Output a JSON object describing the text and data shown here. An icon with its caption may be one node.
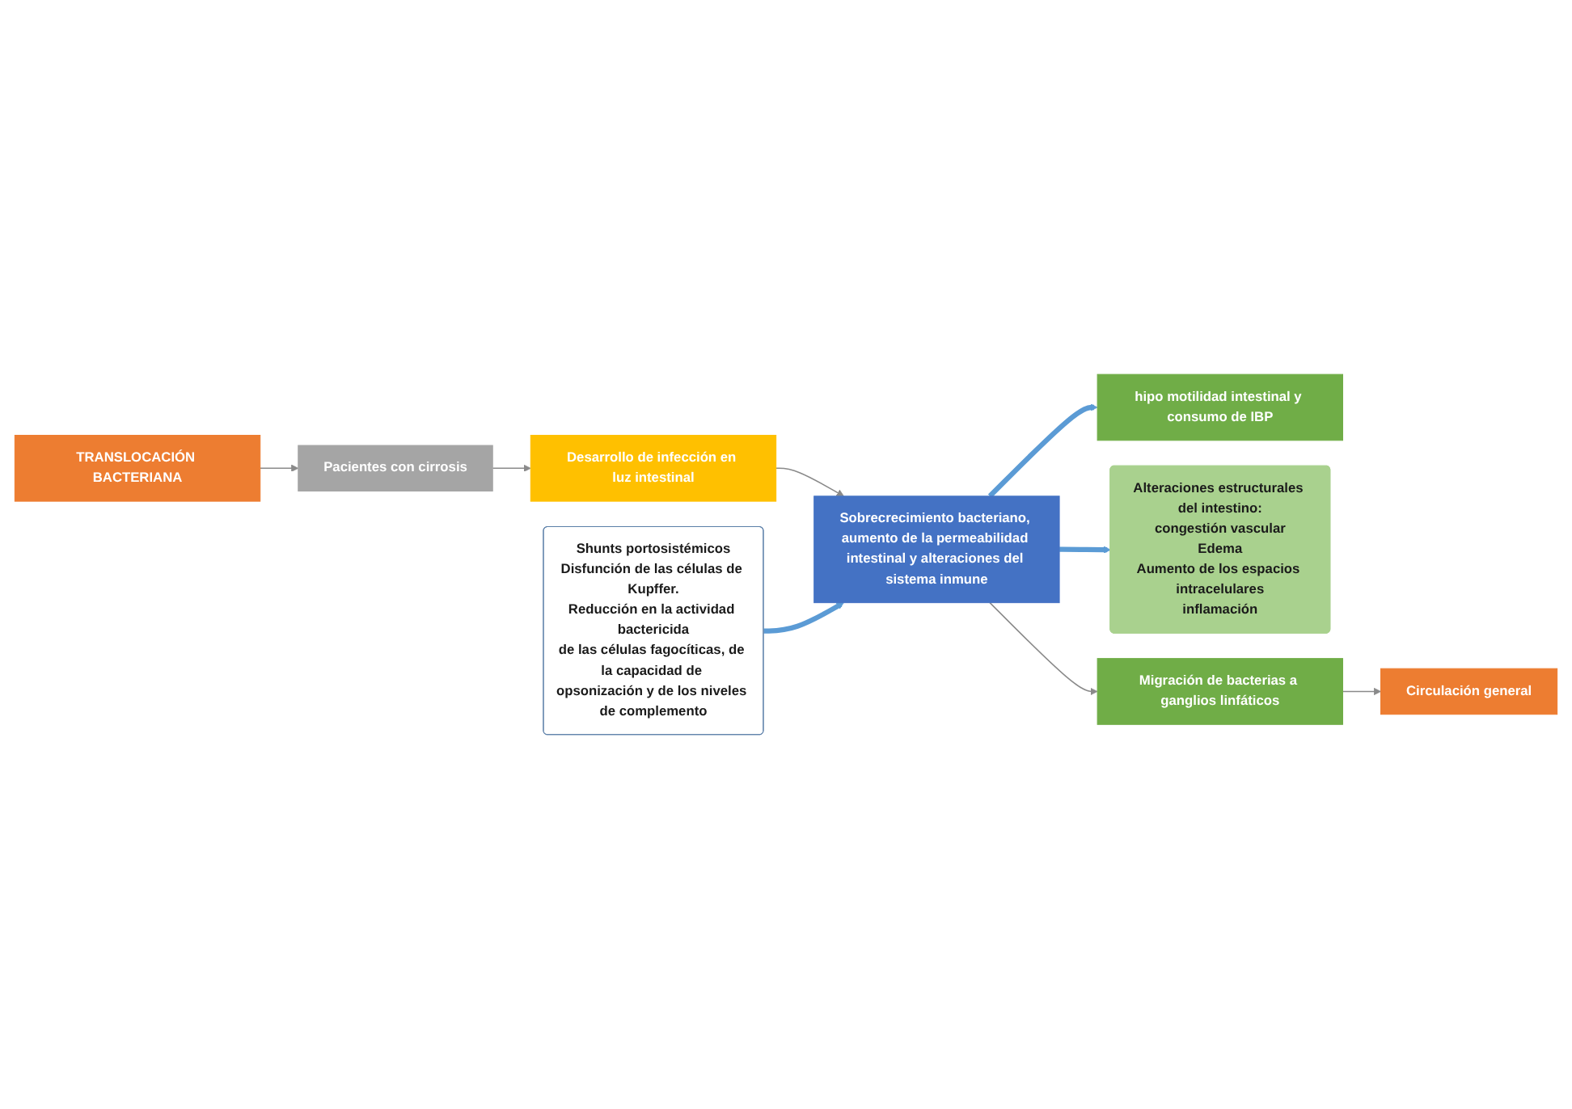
{
  "diagram": {
    "nodes": [
      {
        "text": [
          "TRANSLOCACIÓN BACTERIANA"
        ]
      },
      {
        "text": [
          "Pacientes con cirrosis"
        ]
      },
      {
        "text": [
          "hipo motilidad intestinal y consumo de IBP"
        ]
      },
      {
        "text": [
          "Desarrollo de infección en luz intestinal"
        ]
      },
      {
        "text": [
          "Sobrecrecimiento bacteriano, aumento de la permeabilidad intestinal y alteraciones del sistema inmune"
        ]
      },
      {
        "text": [
          "Alteraciones estructurales del intestino:",
          "congestión vascular",
          "Edema",
          "Aumento de los espacios intracelulares",
          "inflamación"
        ]
      },
      {
        "text": [
          "Shunts portosistémicos",
          "Disfunción de las células de Kupffer.",
          "Reducción en la actividad bactericida",
          "de las células fagocíticas, de la capacidad de opsonización y de los niveles de complemento"
        ]
      },
      {
        "text": [
          "Migración de bacterias a ganglios linfáticos"
        ]
      },
      {
        "text": [
          "Circulación general"
        ]
      }
    ],
    "edges": [
      {
        "from": 0,
        "to": 1,
        "arrow": "to"
      },
      {
        "from": 1,
        "to": 3,
        "arrow": "to"
      },
      {
        "from": 3,
        "to": 4,
        "arrow": "to"
      },
      {
        "from": 4,
        "to": 2,
        "arrow": "to",
        "style": "thick",
        "color": "#5b9bd5"
      },
      {
        "from": 4,
        "to": 5,
        "arrow": "to",
        "style": "thick",
        "color": "#5b9bd5"
      },
      {
        "from": 6,
        "to": 4,
        "arrow": "to",
        "style": "thick",
        "color": "#5b9bd5"
      },
      {
        "from": 4,
        "to": 7,
        "arrow": "to"
      },
      {
        "from": 7,
        "to": 8,
        "arrow": "to"
      }
    ]
  }
}
